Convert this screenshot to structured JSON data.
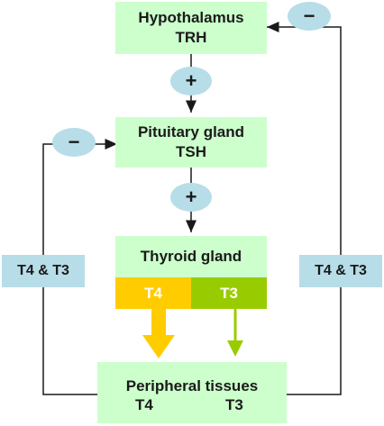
{
  "hypothalamus": {
    "name": "Hypothalamus",
    "hormone": "TRH"
  },
  "pituitary": {
    "name": "Pituitary gland",
    "hormone": "TSH"
  },
  "thyroid": {
    "name": "Thyroid gland",
    "t4": "T4",
    "t3": "T3"
  },
  "peripheral": {
    "name": "Peripheral tissues",
    "from": "T4",
    "to": "T3"
  },
  "feedback": {
    "left_label": "T4 & T3",
    "right_label": "T4 & T3"
  },
  "signs": {
    "plus1": "+",
    "plus2": "+",
    "minus_top": "−",
    "minus_mid": "−"
  },
  "colors": {
    "box": "#ccffcc",
    "side": "#b7dde8",
    "t4": "#ffcc00",
    "t3": "#99cc00",
    "line": "#1a1a1a"
  }
}
